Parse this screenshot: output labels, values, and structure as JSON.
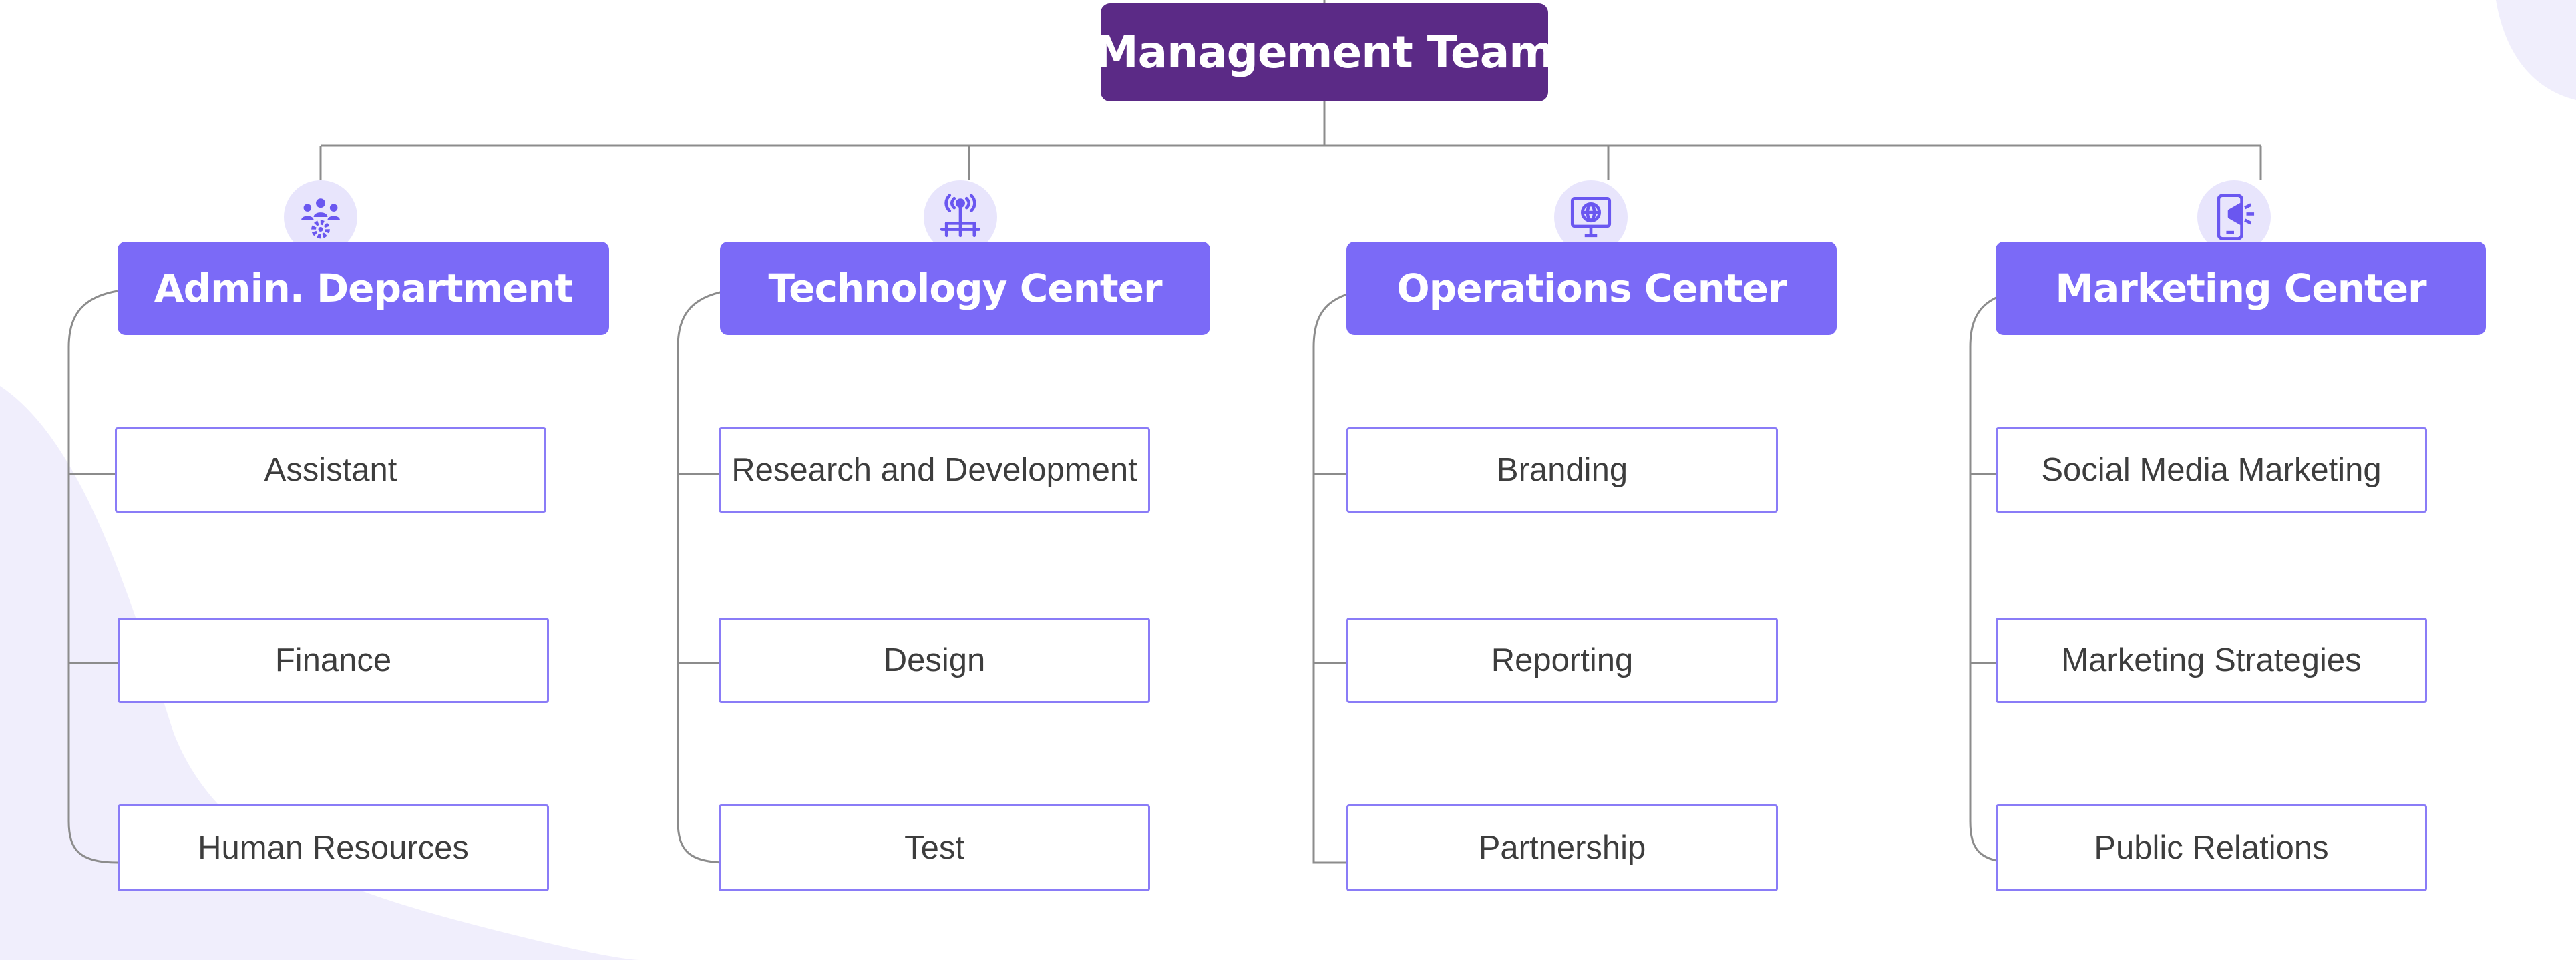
{
  "colors": {
    "root_fill": "#5b2a86",
    "dept_fill": "#7b6af7",
    "icon_circle_fill": "#e8e5fc",
    "icon_color": "#6a57f0",
    "node_border": "#8a7cf7",
    "connector": "#8c8c8c",
    "background_blob": "#f0eefc"
  },
  "root": {
    "label": "Management Team"
  },
  "departments": [
    {
      "name": "Admin. Department",
      "icon": "team-gear-icon",
      "children": [
        "Assistant",
        "Finance",
        "Human Resources"
      ]
    },
    {
      "name": "Technology Center",
      "icon": "network-antenna-icon",
      "children": [
        "Research and Development",
        "Design",
        "Test"
      ]
    },
    {
      "name": "Operations Center",
      "icon": "monitor-globe-icon",
      "children": [
        "Branding",
        "Reporting",
        "Partnership"
      ]
    },
    {
      "name": "Marketing Center",
      "icon": "mobile-megaphone-icon",
      "children": [
        "Social Media Marketing",
        "Marketing Strategies",
        "Public Relations"
      ]
    }
  ]
}
